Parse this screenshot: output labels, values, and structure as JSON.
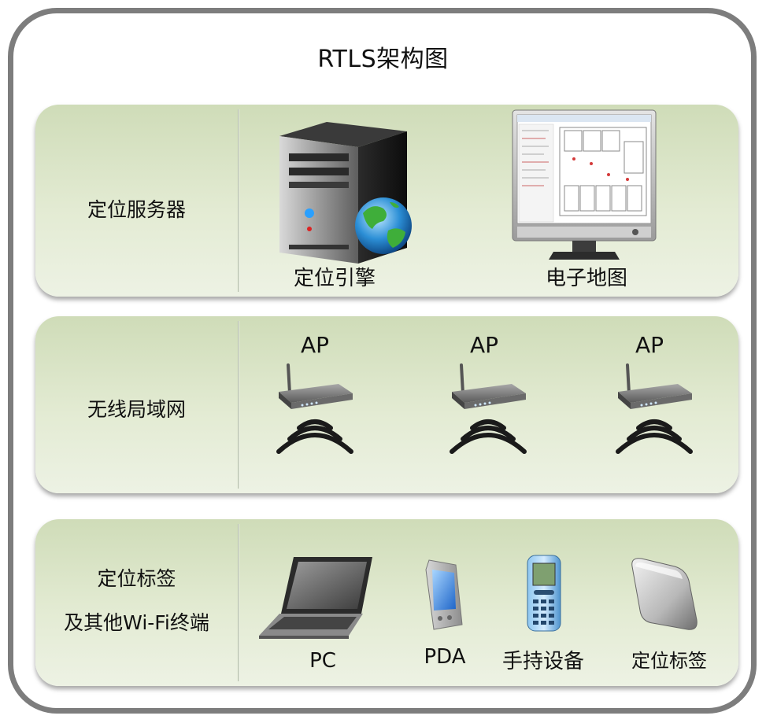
{
  "title": "RTLS架构图",
  "layers": {
    "server": {
      "label": "定位服务器",
      "items": [
        {
          "label": "定位引擎",
          "icon": "server-globe-icon"
        },
        {
          "label": "电子地图",
          "icon": "monitor-map-icon"
        }
      ]
    },
    "wlan": {
      "label": "无线局域网",
      "items": [
        {
          "label": "AP",
          "icon": "access-point-icon"
        },
        {
          "label": "AP",
          "icon": "access-point-icon"
        },
        {
          "label": "AP",
          "icon": "access-point-icon"
        }
      ]
    },
    "terminals": {
      "label_line1": "定位标签",
      "label_line2": "及其他Wi-Fi终端",
      "items": [
        {
          "label": "PC",
          "icon": "laptop-icon"
        },
        {
          "label": "PDA",
          "icon": "pda-icon"
        },
        {
          "label": "手持设备",
          "icon": "mobile-phone-icon"
        },
        {
          "label": "定位标签",
          "icon": "location-tag-icon"
        }
      ]
    }
  }
}
